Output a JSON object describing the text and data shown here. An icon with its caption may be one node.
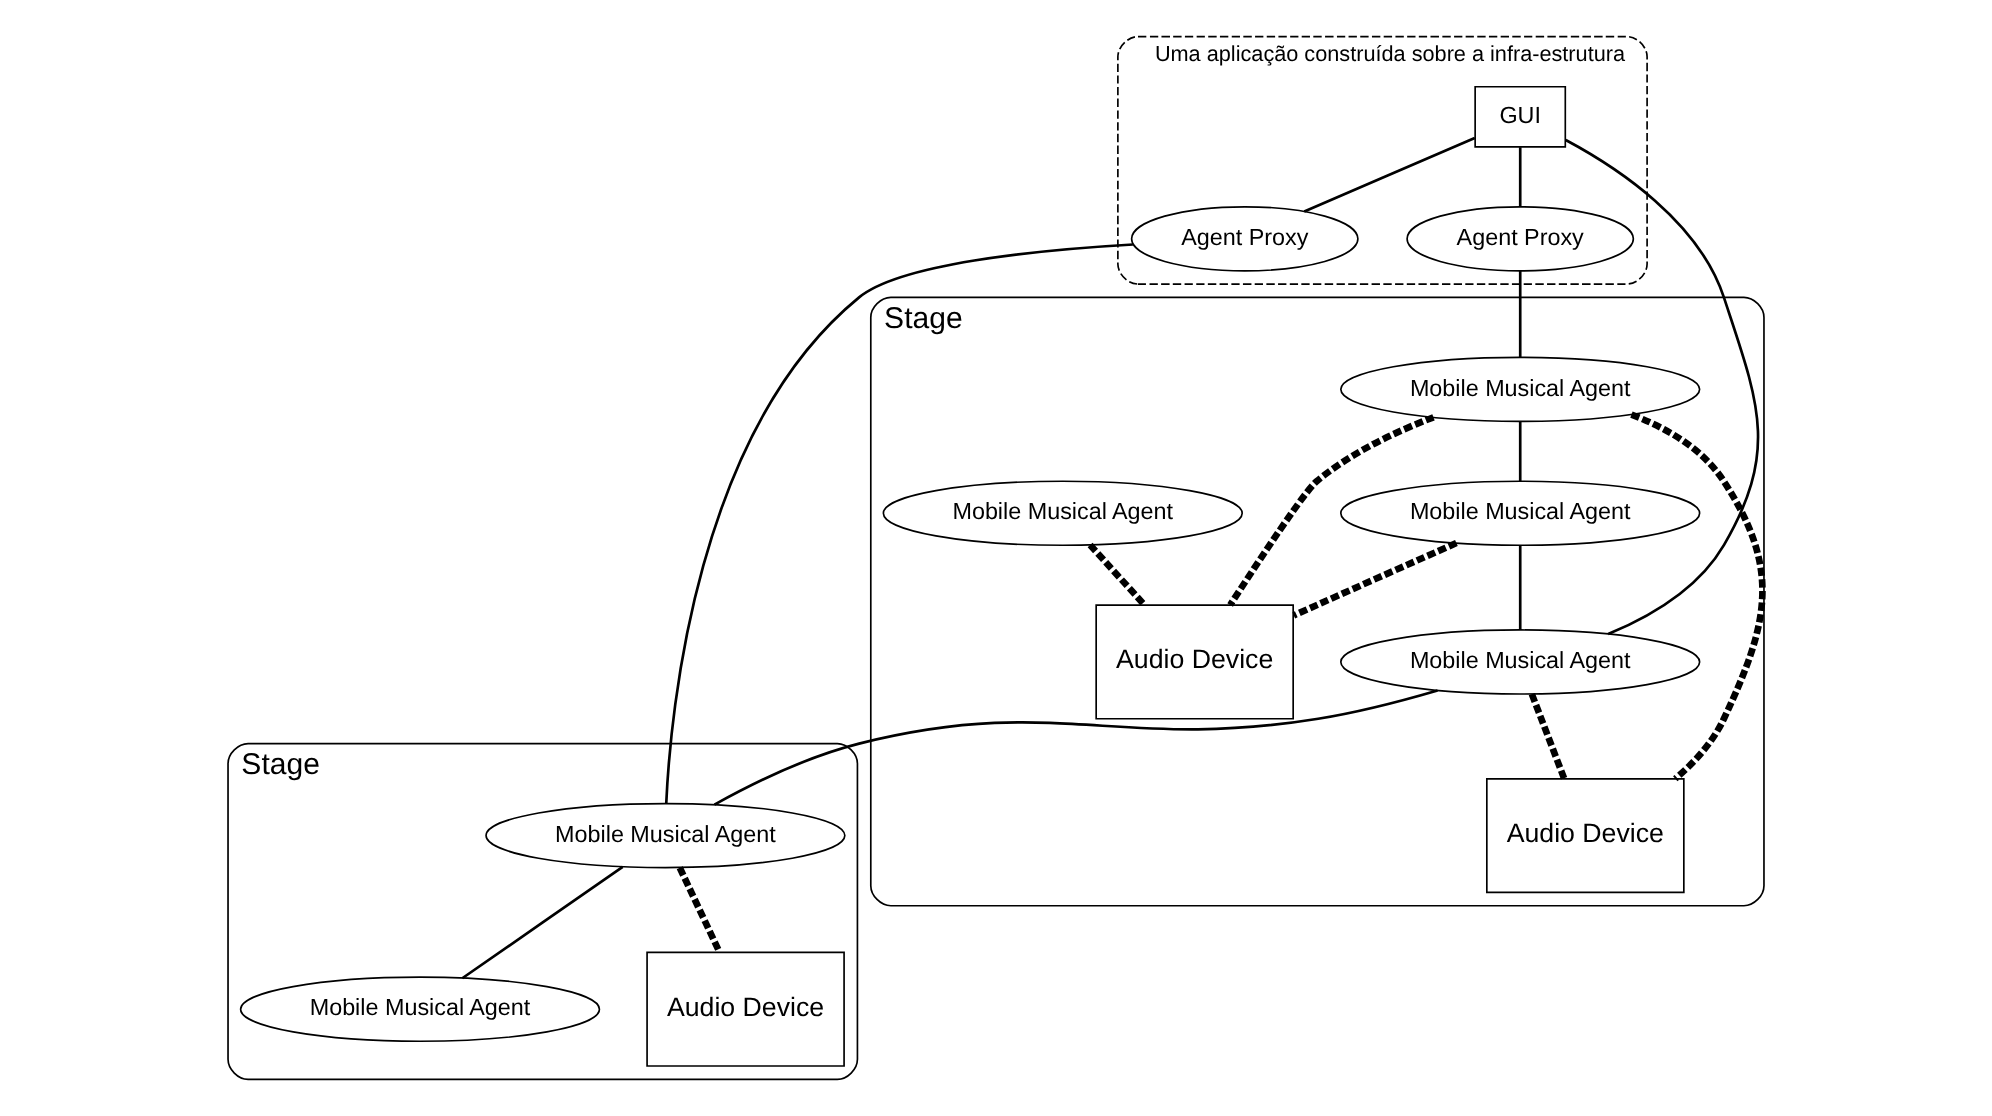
{
  "diagram": {
    "nodes": [
      {
        "text": [
          "Uma aplicação construída sobre a infra-estrutura"
        ]
      },
      {
        "text": [
          "GUI"
        ],
        "in": 0
      },
      {
        "text": [
          "Agent Proxy"
        ],
        "in": 0
      },
      {
        "text": [
          "Agent Proxy"
        ],
        "in": 0
      },
      {
        "text": [
          "Stage"
        ]
      },
      {
        "text": [
          "Mobile Musical Agent"
        ],
        "in": 4
      },
      {
        "text": [
          "Mobile Musical Agent"
        ],
        "in": 4
      },
      {
        "text": [
          "Mobile Musical Agent"
        ],
        "in": 4
      },
      {
        "text": [
          "Mobile Musical Agent"
        ],
        "in": 4
      },
      {
        "text": [
          "Audio Device"
        ],
        "in": 4
      },
      {
        "text": [
          "Audio Device"
        ],
        "in": 4
      },
      {
        "text": [
          "Stage"
        ]
      },
      {
        "text": [
          "Mobile Musical Agent"
        ],
        "in": 11
      },
      {
        "text": [
          "Mobile Musical Agent"
        ],
        "in": 11
      },
      {
        "text": [
          "Audio Device"
        ],
        "in": 11
      }
    ],
    "edges": [
      {
        "from": 1,
        "to": 2,
        "arrow": "none"
      },
      {
        "from": 1,
        "to": 7,
        "arrow": "none"
      },
      {
        "from": 1,
        "to": 3,
        "arrow": "none"
      },
      {
        "from": 2,
        "to": 5,
        "arrow": "none"
      },
      {
        "from": 3,
        "to": 12,
        "arrow": "none"
      },
      {
        "from": 5,
        "to": 6,
        "arrow": "none"
      },
      {
        "from": 6,
        "to": 7,
        "arrow": "none"
      },
      {
        "from": 7,
        "to": 12,
        "arrow": "none"
      },
      {
        "from": 12,
        "to": 13,
        "arrow": "none"
      },
      {
        "from": 5,
        "to": 9,
        "arrow": "none",
        "style": "dashed"
      },
      {
        "from": 5,
        "to": 10,
        "arrow": "none",
        "style": "dashed"
      },
      {
        "from": 6,
        "to": 9,
        "arrow": "none",
        "style": "dashed"
      },
      {
        "from": 8,
        "to": 9,
        "arrow": "none",
        "style": "dashed"
      },
      {
        "from": 7,
        "to": 10,
        "arrow": "none",
        "style": "dashed"
      },
      {
        "from": 12,
        "to": 14,
        "arrow": "none",
        "style": "dashed"
      }
    ]
  }
}
